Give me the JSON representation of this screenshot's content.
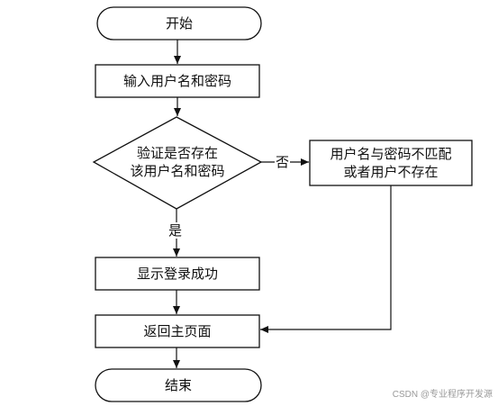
{
  "nodes": {
    "start": "开始",
    "input": "输入用户名和密码",
    "decision": {
      "line1": "验证是否存在",
      "line2": "该用户名和密码"
    },
    "error": {
      "line1": "用户名与密码不匹配",
      "line2": "或者用户不存在"
    },
    "success": "显示登录成功",
    "back": "返回主页面",
    "end": "结束"
  },
  "edges": {
    "no_label": "否",
    "yes_label": "是"
  },
  "watermark": "CSDN @专业程序开发源"
}
